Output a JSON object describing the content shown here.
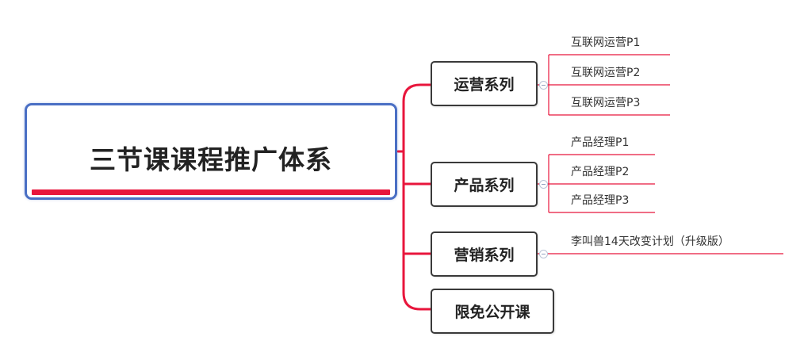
{
  "root": {
    "title": "三节课课程推广体系"
  },
  "topics": [
    {
      "label": "运营系列",
      "children": [
        "互联网运营P1",
        "互联网运营P2",
        "互联网运营P3"
      ]
    },
    {
      "label": "产品系列",
      "children": [
        "产品经理P1",
        "产品经理P2",
        "产品经理P3"
      ]
    },
    {
      "label": "营销系列",
      "children": [
        "李叫兽14天改变计划（升级版）"
      ]
    },
    {
      "label": "限免公开课",
      "children": []
    }
  ],
  "colors": {
    "branch": "#e8163c",
    "leaf_line": "#e8163c",
    "root_border": "#4a6fc4",
    "topic_border": "#3a3a3a"
  }
}
